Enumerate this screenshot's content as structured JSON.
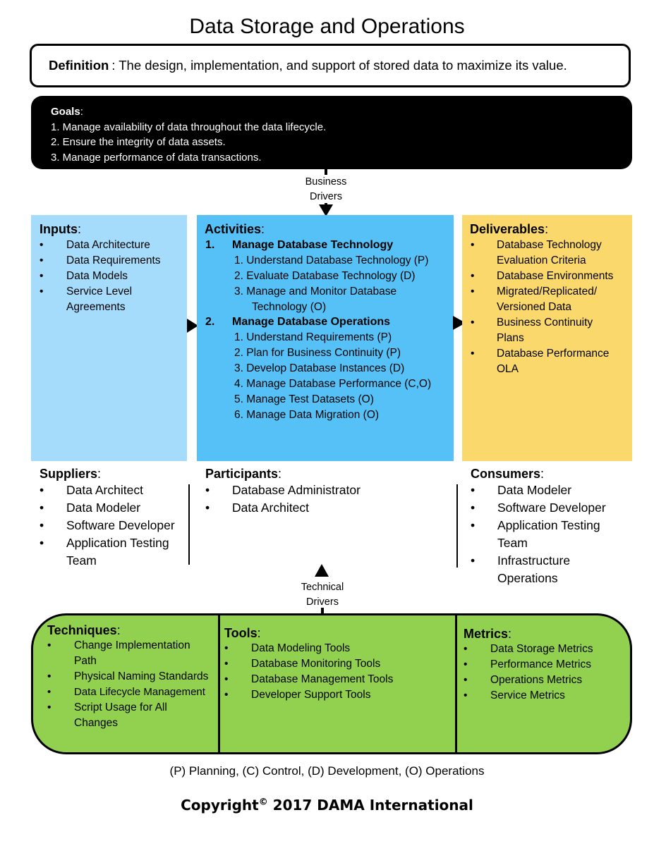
{
  "title": "Data Storage and Operations",
  "definition": {
    "label": "Definition",
    "colon": ":",
    "text": "The design, implementation, and support of stored data to maximize its value."
  },
  "goals": {
    "label": "Goals",
    "colon": ":",
    "items": [
      "1. Manage availability of data throughout the data lifecycle.",
      "2. Ensure the integrity of data assets.",
      "3. Manage performance of data transactions."
    ]
  },
  "business_drivers": {
    "line1": "Business",
    "line2": "Drivers"
  },
  "technical_drivers": {
    "line1": "Technical",
    "line2": "Drivers"
  },
  "inputs": {
    "label": "Inputs",
    "colon": ":",
    "items": [
      "Data Architecture",
      "Data Requirements",
      "Data Models",
      "Service Level Agreements"
    ]
  },
  "activities": {
    "label": "Activities",
    "colon": ":",
    "group1": {
      "num": "1.",
      "title": "Manage Database Technology",
      "items": [
        "1. Understand Database Technology (P)",
        "2. Evaluate Database Technology (D)",
        "3. Manage and Monitor Database",
        "Technology (O)"
      ]
    },
    "group2": {
      "num": "2.",
      "title": "Manage Database Operations",
      "items": [
        "1. Understand Requirements (P)",
        "2. Plan for Business Continuity (P)",
        "3. Develop Database Instances (D)",
        "4. Manage Database Performance (C,O)",
        "5. Manage Test Datasets (O)",
        "6. Manage Data Migration (O)"
      ]
    }
  },
  "deliverables": {
    "label": "Deliverables",
    "colon": ":",
    "items": [
      "Database Technology Evaluation Criteria",
      "Database Environments",
      "Migrated/Replicated/ Versioned Data",
      "Business Continuity Plans",
      "Database Performance OLA"
    ]
  },
  "suppliers": {
    "label": "Suppliers",
    "colon": ":",
    "items": [
      "Data Architect",
      "Data Modeler",
      "Software Developer",
      "Application Testing Team"
    ]
  },
  "participants": {
    "label": "Participants",
    "colon": ":",
    "items": [
      "Database Administrator",
      "Data Architect"
    ]
  },
  "consumers": {
    "label": "Consumers",
    "colon": ":",
    "items": [
      "Data Modeler",
      "Software Developer",
      "Application Testing Team",
      "Infrastructure Operations"
    ]
  },
  "techniques": {
    "label": "Techniques",
    "colon": ":",
    "items": [
      "Change Implementation Path",
      "Physical Naming Standards",
      "Data Lifecycle Management",
      "Script Usage for All Changes"
    ]
  },
  "tools": {
    "label": "Tools",
    "colon": ":",
    "items": [
      "Data Modeling Tools",
      "Database Monitoring Tools",
      "Database Management Tools",
      "Developer Support Tools"
    ]
  },
  "metrics": {
    "label": "Metrics",
    "colon": ":",
    "items": [
      "Data Storage Metrics",
      "Performance Metrics",
      "Operations Metrics",
      "Service Metrics"
    ]
  },
  "legend": "(P) Planning, (C) Control, (D) Development, (O) Operations",
  "copyright": {
    "text": "Copyright",
    "symbol": "©",
    "rest": " 2017 DAMA International"
  },
  "colors": {
    "inputs_bg": "#a6dcfb",
    "activities_bg": "#55c1f7",
    "deliverables_bg": "#fad86b",
    "green_bg": "#92d050",
    "goals_bg": "#000000"
  }
}
